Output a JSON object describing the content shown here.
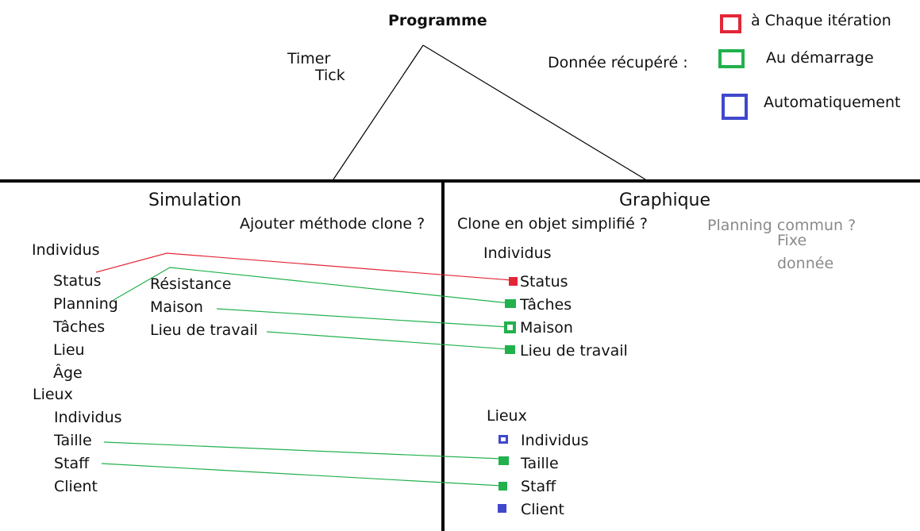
{
  "header": {
    "title": "Programme",
    "timer": "Timer",
    "tick": "Tick"
  },
  "legend": {
    "label": "Donnée récupéré :",
    "items": [
      {
        "label": "à Chaque itération",
        "color": "#e32636"
      },
      {
        "label": "Au démarrage",
        "color": "#22b14c"
      },
      {
        "label": "Automatiquement",
        "color": "#3f48cc"
      }
    ]
  },
  "simulation": {
    "title": "Simulation",
    "question": "Ajouter méthode clone ?",
    "individus": {
      "label": "Individus",
      "fields": [
        "Status",
        "Planning",
        "Tâches",
        "Lieu",
        "Âge"
      ],
      "sub_fields": [
        "Résistance",
        "Maison",
        "Lieu de travail"
      ]
    },
    "lieux": {
      "label": "Lieux",
      "fields": [
        "Individus",
        "Taille",
        "Staff",
        "Client"
      ]
    }
  },
  "graphique": {
    "title": "Graphique",
    "question": "Clone en objet simplifié ?",
    "note_planning": "Planning commun ?",
    "note_fixe": "Fixe",
    "note_donnee": "donnée",
    "individus": {
      "label": "Individus",
      "fields": [
        "Status",
        "Tâches",
        "Maison",
        "Lieu de travail"
      ]
    },
    "lieux": {
      "label": "Lieux",
      "fields": [
        "Individus",
        "Taille",
        "Staff",
        "Client"
      ]
    }
  },
  "colors": {
    "red": "#e32636",
    "green": "#22b14c",
    "blue": "#3f48cc",
    "line": "#000000"
  }
}
